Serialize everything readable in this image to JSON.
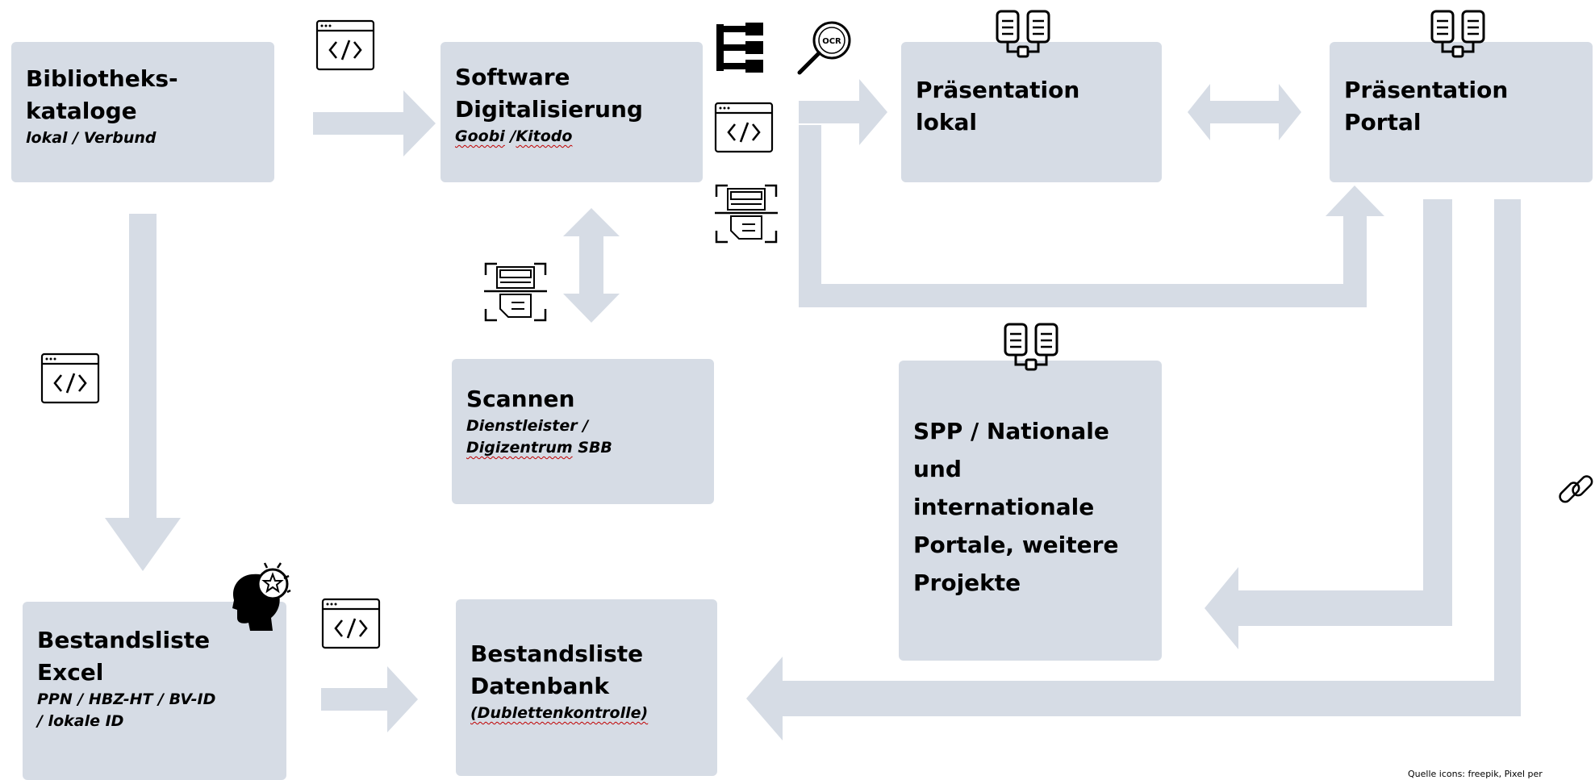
{
  "boxes": {
    "bibliothekskataloge": {
      "title_line1": "Bibliotheks-",
      "title_line2": "kataloge",
      "sub": "lokal / Verbund"
    },
    "software": {
      "title_line1": "Software",
      "title_line2": "Digitalisierung",
      "sub_a": "Goobi",
      "sub_sep": " /",
      "sub_b": "Kitodo"
    },
    "praesentation_lokal": {
      "title_line1": "Präsentation",
      "title_line2": "lokal"
    },
    "praesentation_portal": {
      "title_line1": "Präsentation",
      "title_line2": "Portal"
    },
    "scannen": {
      "title": "Scannen",
      "sub_line1": "Dienstleister /",
      "sub_a": "Digizentrum",
      "sub_b": " SBB"
    },
    "spp": {
      "line1": "SPP / Nationale",
      "line2": "und",
      "line3": "internationale",
      "line4": "Portale, weitere",
      "line5": "Projekte"
    },
    "bestandsliste_excel": {
      "title_line1": "Bestandsliste",
      "title_line2": "Excel",
      "sub_line1": "PPN / HBZ-HT / BV-ID",
      "sub_line2": "/ lokale ID"
    },
    "bestandsliste_datenbank": {
      "title_line1": "Bestandsliste",
      "title_line2": "Datenbank",
      "sub": "(Dublettenkontrolle)"
    }
  },
  "icons": {
    "code": "code-window-icon",
    "server": "server-database-icon",
    "ocr": "ocr-magnifier-icon",
    "structure": "structure-tree-icon",
    "scan": "document-scan-icon",
    "head": "head-idea-icon",
    "link": "chain-link-icon"
  },
  "colors": {
    "box": "#d6dce5",
    "arrow": "#d6dce5",
    "squiggle": "#c00000"
  },
  "footer": {
    "credit": "Quelle icons: freepik, Pixel per"
  }
}
